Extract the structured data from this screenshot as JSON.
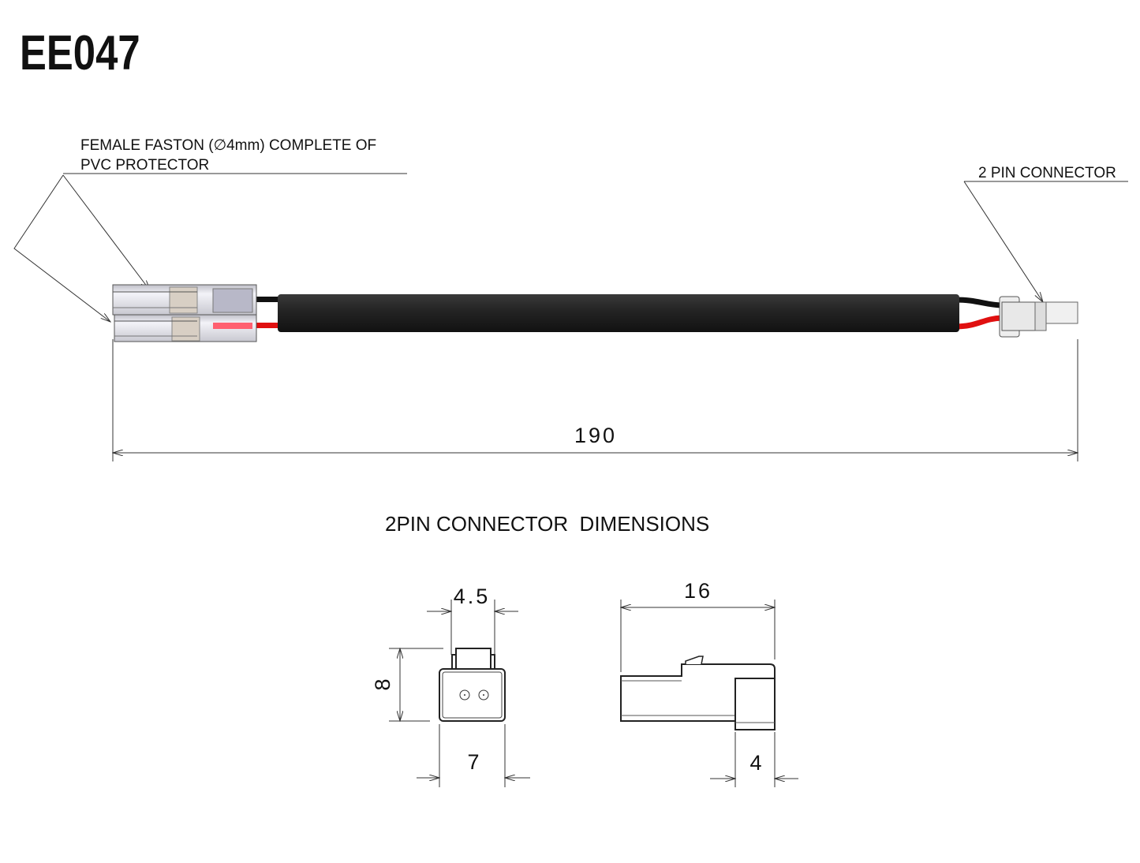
{
  "title": "EE047",
  "labels": {
    "faston_line1": "FEMALE FASTON (∅4mm) COMPLETE OF",
    "faston_line2": "PVC PROTECTOR",
    "connector": "2 PIN CONNECTOR"
  },
  "dimensions": {
    "total_length": "190",
    "section_title": "2PIN CONNECTOR  DIMENSIONS",
    "tab_width": "4.5",
    "height": "8",
    "width": "7",
    "length": "16",
    "front_block": "4"
  },
  "colors": {
    "sheath": "#1e1e1e",
    "wire_black": "#111111",
    "wire_red": "#e01010",
    "faston": "#e4e4ec"
  }
}
